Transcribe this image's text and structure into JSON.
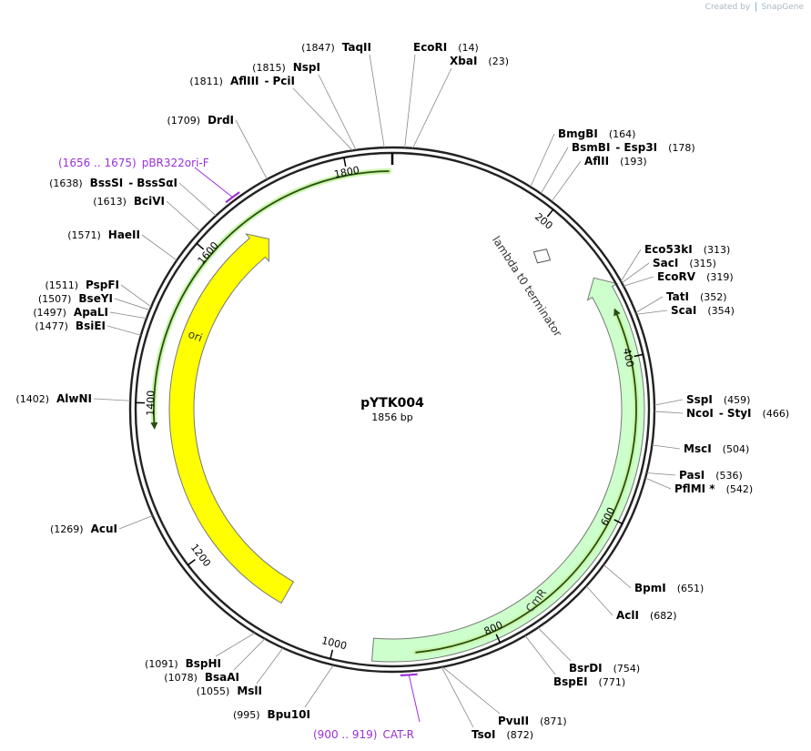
{
  "brand": {
    "created_by": "Created by",
    "app": "SnapGene"
  },
  "plasmid": {
    "name": "pYTK004",
    "length_label": "1856 bp",
    "total_bp": 1856
  },
  "ticks": [
    {
      "bp": 200,
      "label": "200"
    },
    {
      "bp": 400,
      "label": "400"
    },
    {
      "bp": 600,
      "label": "600"
    },
    {
      "bp": 800,
      "label": "800"
    },
    {
      "bp": 1000,
      "label": "1000"
    },
    {
      "bp": 1200,
      "label": "1200"
    },
    {
      "bp": 1400,
      "label": "1400"
    },
    {
      "bp": 1600,
      "label": "1600"
    },
    {
      "bp": 1800,
      "label": "1800"
    }
  ],
  "features": [
    {
      "name": "ori",
      "start": 1082,
      "end": 1671,
      "direction": "cw",
      "color": "#ffff00"
    },
    {
      "name": "CmR",
      "start": 293,
      "end": 952,
      "direction": "ccw",
      "color": "#ccffcc"
    },
    {
      "name": "lambda t0 terminator",
      "start": 226,
      "end": 237,
      "direction": "ccw",
      "color": "#ffffff"
    }
  ],
  "enzymes": [
    {
      "id": "ecori",
      "label": "EcoRI",
      "pos": "(14)",
      "bp": 14
    },
    {
      "id": "xbai",
      "label": "XbaI",
      "pos": "(23)",
      "bp": 23
    },
    {
      "id": "bmgbi",
      "label": "BmgBI",
      "pos": "(164)",
      "bp": 164
    },
    {
      "id": "bsmbi",
      "label": "BsmBI",
      "label2": "Esp3I",
      "pos": "(178)",
      "bp": 178
    },
    {
      "id": "aflii",
      "label": "AflII",
      "pos": "(193)",
      "bp": 193
    },
    {
      "id": "eco53ki",
      "label": "Eco53kI",
      "pos": "(313)",
      "bp": 313
    },
    {
      "id": "saci",
      "label": "SacI",
      "pos": "(315)",
      "bp": 315
    },
    {
      "id": "ecorv",
      "label": "EcoRV",
      "pos": "(319)",
      "bp": 319
    },
    {
      "id": "tati",
      "label": "TatI",
      "pos": "(352)",
      "bp": 352
    },
    {
      "id": "scai",
      "label": "ScaI",
      "pos": "(354)",
      "bp": 354
    },
    {
      "id": "sspi",
      "label": "SspI",
      "pos": "(459)",
      "bp": 459
    },
    {
      "id": "ncoi",
      "label": "NcoI",
      "label2": "StyI",
      "pos": "(466)",
      "bp": 466
    },
    {
      "id": "msci",
      "label": "MscI",
      "pos": "(504)",
      "bp": 504
    },
    {
      "id": "pasi",
      "label": "PasI",
      "pos": "(536)",
      "bp": 536
    },
    {
      "id": "pflmi",
      "label": "PflMI *",
      "pos": "(542)",
      "bp": 542
    },
    {
      "id": "bpmi",
      "label": "BpmI",
      "pos": "(651)",
      "bp": 651
    },
    {
      "id": "acli",
      "label": "AclI",
      "pos": "(682)",
      "bp": 682
    },
    {
      "id": "bsrdi",
      "label": "BsrDI",
      "pos": "(754)",
      "bp": 754
    },
    {
      "id": "bspei",
      "label": "BspEI",
      "pos": "(771)",
      "bp": 771
    },
    {
      "id": "pvuii",
      "label": "PvuII",
      "pos": "(871)",
      "bp": 871
    },
    {
      "id": "tsoi",
      "label": "TsoI",
      "pos": "(872)",
      "bp": 872
    },
    {
      "id": "bpu10i",
      "label": "Bpu10I",
      "pos": "(995)",
      "bp": 995
    },
    {
      "id": "msli",
      "label": "MslI",
      "pos": "(1055)",
      "bp": 1055
    },
    {
      "id": "bsaai",
      "label": "BsaAI",
      "pos": "(1078)",
      "bp": 1078
    },
    {
      "id": "bsphi",
      "label": "BspHI",
      "pos": "(1091)",
      "bp": 1091
    },
    {
      "id": "acui",
      "label": "AcuI",
      "pos": "(1269)",
      "bp": 1269
    },
    {
      "id": "alwni",
      "label": "AlwNI",
      "pos": "(1402)",
      "bp": 1402
    },
    {
      "id": "bsiei",
      "label": "BsiEI",
      "pos": "(1477)",
      "bp": 1477
    },
    {
      "id": "apali",
      "label": "ApaLI",
      "pos": "(1497)",
      "bp": 1497
    },
    {
      "id": "bseyi",
      "label": "BseYI",
      "pos": "(1507)",
      "bp": 1507
    },
    {
      "id": "pspfi",
      "label": "PspFI",
      "pos": "(1511)",
      "bp": 1511
    },
    {
      "id": "haeii",
      "label": "HaeII",
      "pos": "(1571)",
      "bp": 1571
    },
    {
      "id": "bcivi",
      "label": "BciVI",
      "pos": "(1613)",
      "bp": 1613
    },
    {
      "id": "bsssi",
      "label": "BssSI",
      "label2": "BssSαI",
      "pos": "(1638)",
      "bp": 1638
    },
    {
      "id": "drdi",
      "label": "DrdI",
      "pos": "(1709)",
      "bp": 1709
    },
    {
      "id": "afliii",
      "label": "AflIII",
      "label2": "PciI",
      "pos": "(1811)",
      "bp": 1811
    },
    {
      "id": "nspi",
      "label": "NspI",
      "pos": "(1815)",
      "bp": 1815
    },
    {
      "id": "taqii",
      "label": "TaqII",
      "pos": "(1847)",
      "bp": 1847
    }
  ],
  "primers": [
    {
      "id": "pbr322ori",
      "label": "pBR322ori-F",
      "pos": "(1656 .. 1675)",
      "start": 1656,
      "end": 1675
    },
    {
      "id": "catr",
      "label": "CAT-R",
      "pos": "(900 .. 919)",
      "start": 900,
      "end": 919
    }
  ]
}
